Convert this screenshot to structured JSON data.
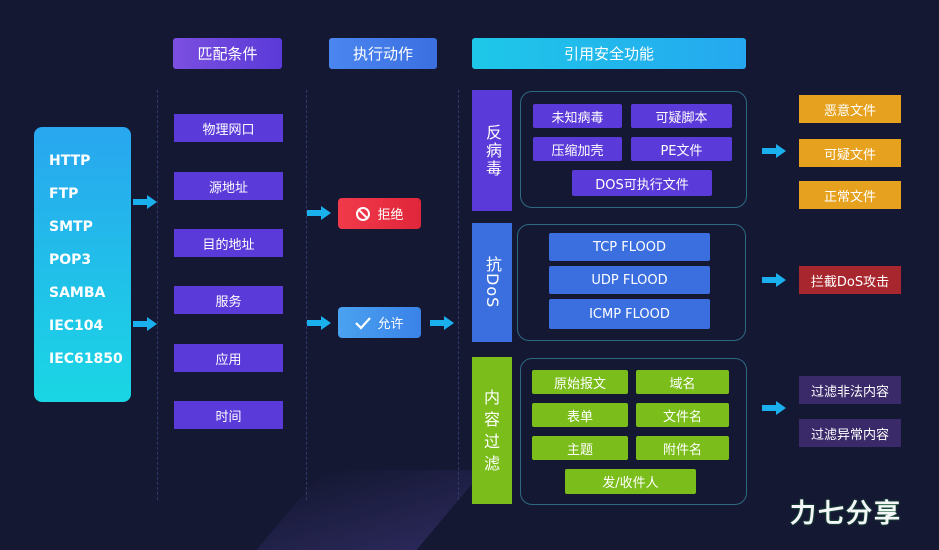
{
  "headers": {
    "match": "匹配条件",
    "action": "执行动作",
    "reference": "引用安全功能"
  },
  "protocols": [
    "HTTP",
    "FTP",
    "SMTP",
    "POP3",
    "SAMBA",
    "IEC104",
    "IEC61850"
  ],
  "conditions": [
    "物理网口",
    "源地址",
    "目的地址",
    "服务",
    "应用",
    "时间"
  ],
  "actions": {
    "deny": "拒绝",
    "allow": "允许"
  },
  "antivirus": {
    "title": "反病毒",
    "items": [
      "未知病毒",
      "可疑脚本",
      "压缩加壳",
      "PE文件",
      "DOS可执行文件"
    ],
    "outputs": [
      "恶意文件",
      "可疑文件",
      "正常文件"
    ]
  },
  "anti_dos": {
    "title": "抗DoS",
    "items": [
      "TCP FLOOD",
      "UDP FLOOD",
      "ICMP FLOOD"
    ],
    "outputs": [
      "拦截DoS攻击"
    ]
  },
  "content_filter": {
    "title": "内容过滤",
    "items": [
      "原始报文",
      "域名",
      "表单",
      "文件名",
      "主题",
      "附件名",
      "发/收件人"
    ],
    "outputs": [
      "过滤非法内容",
      "过滤异常内容"
    ]
  },
  "logo": {
    "text": "力七分享"
  },
  "colors": {
    "background": "#151833",
    "purple": "#5a3ad8",
    "blue": "#3b6fe0",
    "green": "#7bbd1a",
    "orange": "#e6a21f",
    "red": "#a8262e",
    "arrow": "#1ab0ee"
  }
}
